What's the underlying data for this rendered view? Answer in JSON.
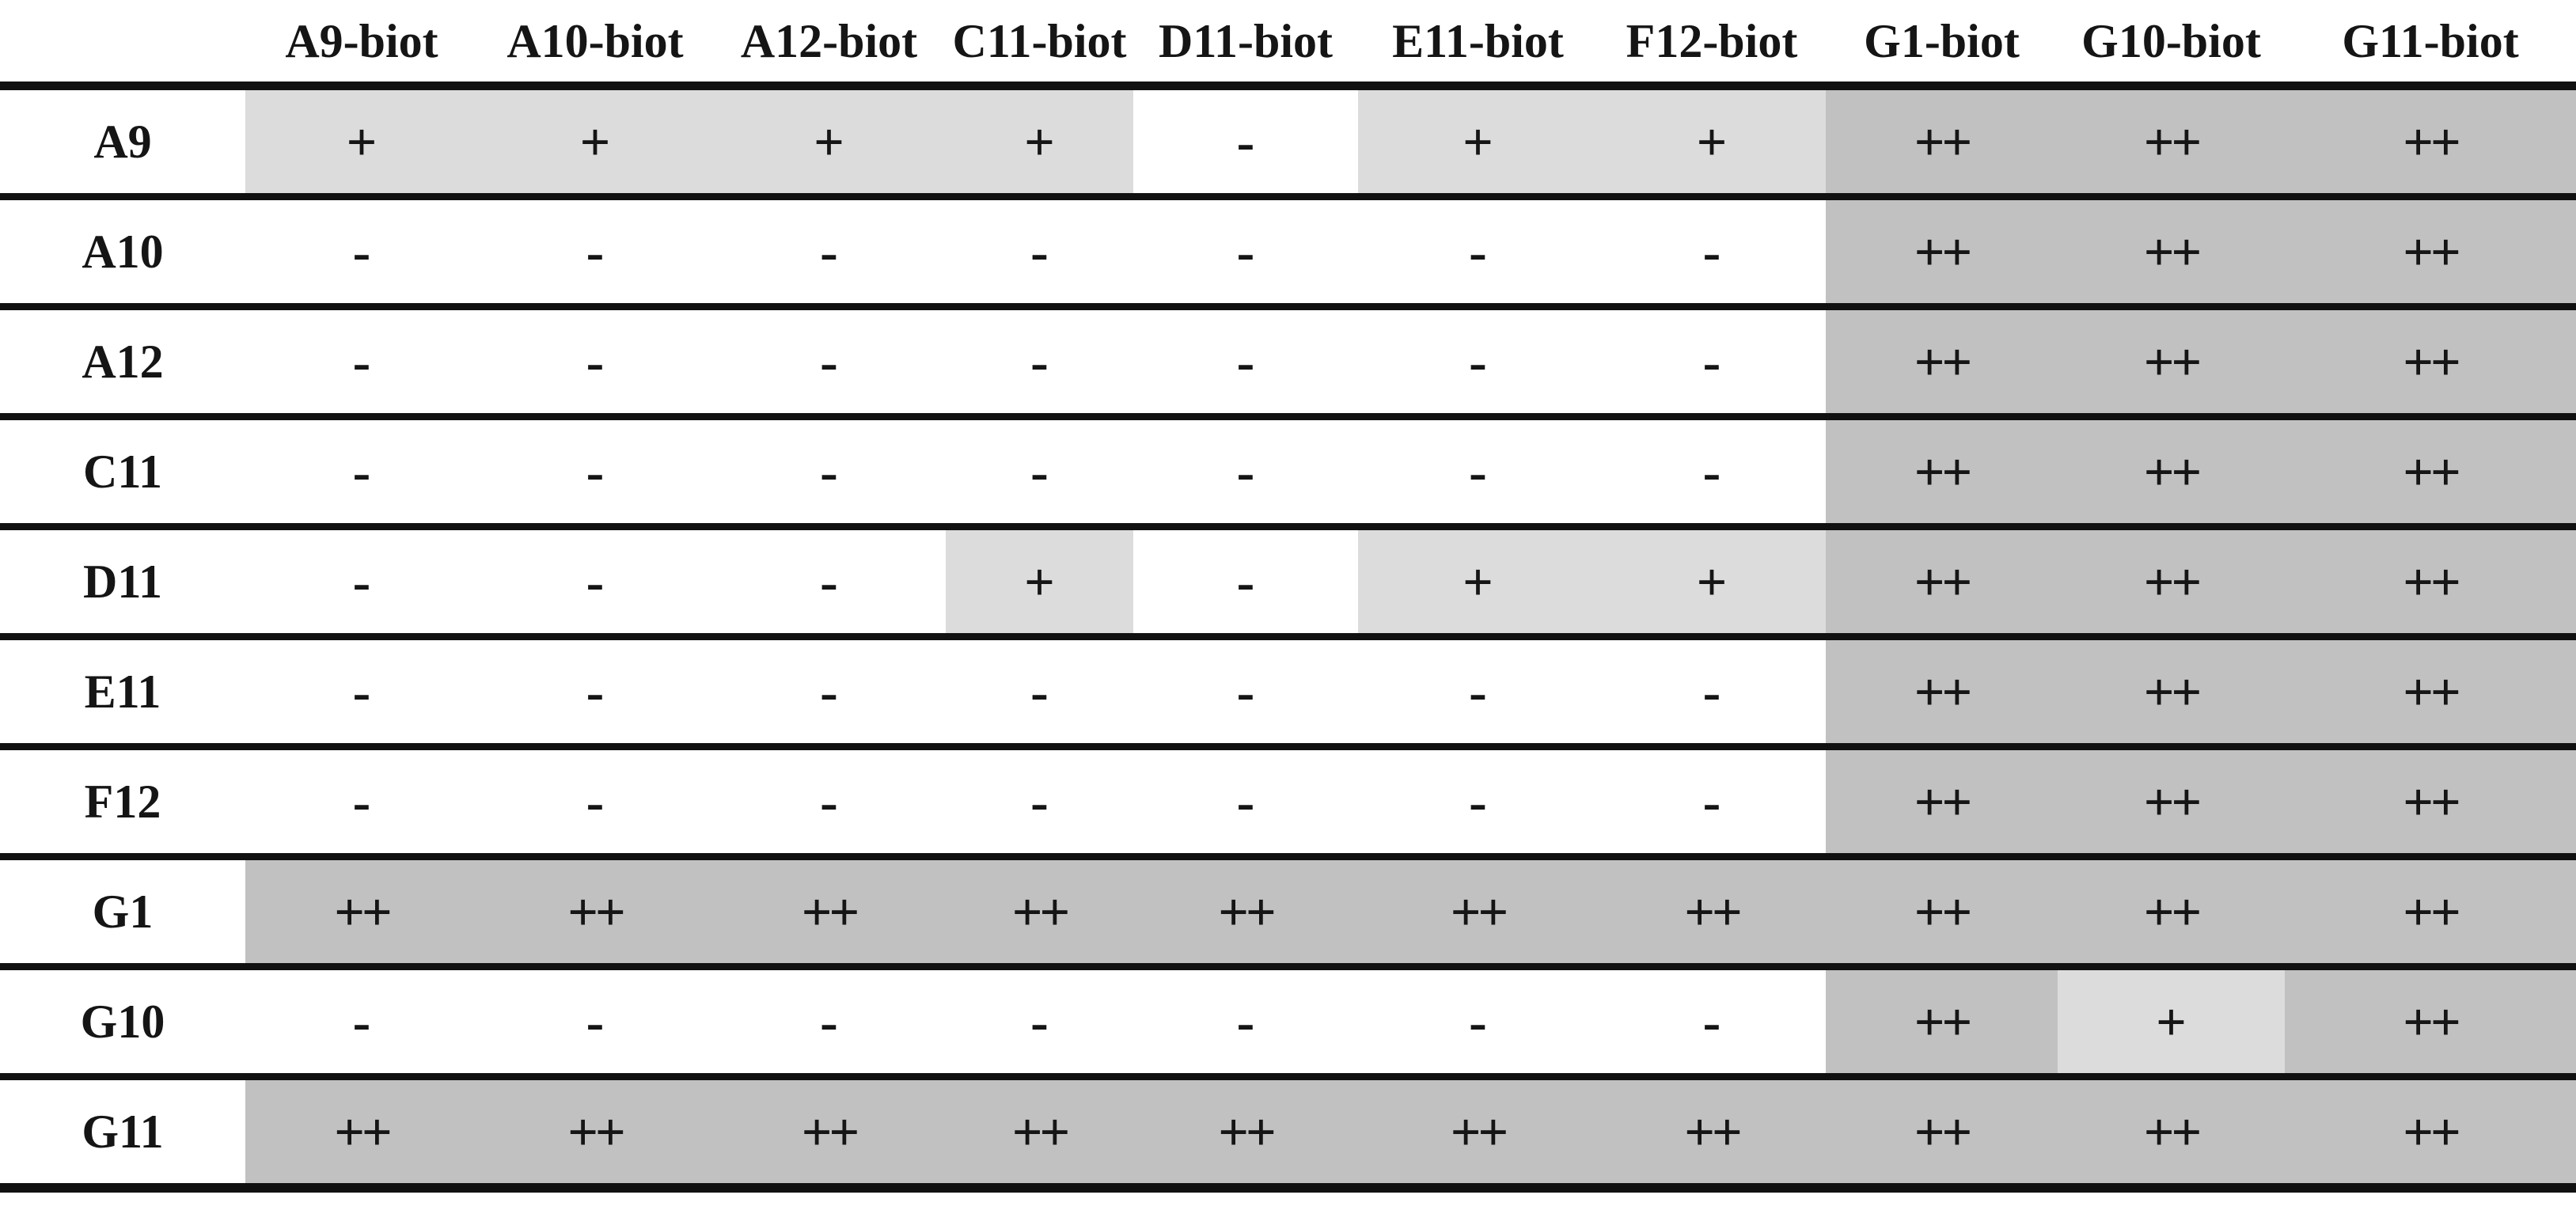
{
  "colors": {
    "shade_light": "#dcdcdc",
    "shade_dark": "#c1c1c1",
    "rule": "#111111",
    "text": "#151515",
    "background": "#ffffff"
  },
  "legend": {
    "plus": "+",
    "double_plus": "++",
    "minus": "-"
  },
  "table": {
    "corner_label": "",
    "columns": [
      "A9-biot",
      "A10-biot",
      "A12-biot",
      "C11-biot",
      "D11-biot",
      "E11-biot",
      "F12-biot",
      "G1-biot",
      "G10-biot",
      "G11-biot"
    ],
    "rows": [
      {
        "label": "A9",
        "cells": [
          {
            "v": "+",
            "s": "light"
          },
          {
            "v": "+",
            "s": "light"
          },
          {
            "v": "+",
            "s": "light"
          },
          {
            "v": "+",
            "s": "light"
          },
          {
            "v": "-",
            "s": "none"
          },
          {
            "v": "+",
            "s": "light"
          },
          {
            "v": "+",
            "s": "light"
          },
          {
            "v": "++",
            "s": "dark"
          },
          {
            "v": "++",
            "s": "dark"
          },
          {
            "v": "++",
            "s": "dark"
          }
        ]
      },
      {
        "label": "A10",
        "cells": [
          {
            "v": "-",
            "s": "none"
          },
          {
            "v": "-",
            "s": "none"
          },
          {
            "v": "-",
            "s": "none"
          },
          {
            "v": "-",
            "s": "none"
          },
          {
            "v": "-",
            "s": "none"
          },
          {
            "v": "-",
            "s": "none"
          },
          {
            "v": "-",
            "s": "none"
          },
          {
            "v": "++",
            "s": "dark"
          },
          {
            "v": "++",
            "s": "dark"
          },
          {
            "v": "++",
            "s": "dark"
          }
        ]
      },
      {
        "label": "A12",
        "cells": [
          {
            "v": "-",
            "s": "none"
          },
          {
            "v": "-",
            "s": "none"
          },
          {
            "v": "-",
            "s": "none"
          },
          {
            "v": "-",
            "s": "none"
          },
          {
            "v": "-",
            "s": "none"
          },
          {
            "v": "-",
            "s": "none"
          },
          {
            "v": "-",
            "s": "none"
          },
          {
            "v": "++",
            "s": "dark"
          },
          {
            "v": "++",
            "s": "dark"
          },
          {
            "v": "++",
            "s": "dark"
          }
        ]
      },
      {
        "label": "C11",
        "cells": [
          {
            "v": "-",
            "s": "none"
          },
          {
            "v": "-",
            "s": "none"
          },
          {
            "v": "-",
            "s": "none"
          },
          {
            "v": "-",
            "s": "none"
          },
          {
            "v": "-",
            "s": "none"
          },
          {
            "v": "-",
            "s": "none"
          },
          {
            "v": "-",
            "s": "none"
          },
          {
            "v": "++",
            "s": "dark"
          },
          {
            "v": "++",
            "s": "dark"
          },
          {
            "v": "++",
            "s": "dark"
          }
        ]
      },
      {
        "label": "D11",
        "cells": [
          {
            "v": "-",
            "s": "none"
          },
          {
            "v": "-",
            "s": "none"
          },
          {
            "v": "-",
            "s": "none"
          },
          {
            "v": "+",
            "s": "light"
          },
          {
            "v": "-",
            "s": "none"
          },
          {
            "v": "+",
            "s": "light"
          },
          {
            "v": "+",
            "s": "light"
          },
          {
            "v": "++",
            "s": "dark"
          },
          {
            "v": "++",
            "s": "dark"
          },
          {
            "v": "++",
            "s": "dark"
          }
        ]
      },
      {
        "label": "E11",
        "cells": [
          {
            "v": "-",
            "s": "none"
          },
          {
            "v": "-",
            "s": "none"
          },
          {
            "v": "-",
            "s": "none"
          },
          {
            "v": "-",
            "s": "none"
          },
          {
            "v": "-",
            "s": "none"
          },
          {
            "v": "-",
            "s": "none"
          },
          {
            "v": "-",
            "s": "none"
          },
          {
            "v": "++",
            "s": "dark"
          },
          {
            "v": "++",
            "s": "dark"
          },
          {
            "v": "++",
            "s": "dark"
          }
        ]
      },
      {
        "label": "F12",
        "cells": [
          {
            "v": "-",
            "s": "none"
          },
          {
            "v": "-",
            "s": "none"
          },
          {
            "v": "-",
            "s": "none"
          },
          {
            "v": "-",
            "s": "none"
          },
          {
            "v": "-",
            "s": "none"
          },
          {
            "v": "-",
            "s": "none"
          },
          {
            "v": "-",
            "s": "none"
          },
          {
            "v": "++",
            "s": "dark"
          },
          {
            "v": "++",
            "s": "dark"
          },
          {
            "v": "++",
            "s": "dark"
          }
        ]
      },
      {
        "label": "G1",
        "cells": [
          {
            "v": "++",
            "s": "dark"
          },
          {
            "v": "++",
            "s": "dark"
          },
          {
            "v": "++",
            "s": "dark"
          },
          {
            "v": "++",
            "s": "dark"
          },
          {
            "v": "++",
            "s": "dark"
          },
          {
            "v": "++",
            "s": "dark"
          },
          {
            "v": "++",
            "s": "dark"
          },
          {
            "v": "++",
            "s": "dark"
          },
          {
            "v": "++",
            "s": "dark"
          },
          {
            "v": "++",
            "s": "dark"
          }
        ]
      },
      {
        "label": "G10",
        "cells": [
          {
            "v": "-",
            "s": "none"
          },
          {
            "v": "-",
            "s": "none"
          },
          {
            "v": "-",
            "s": "none"
          },
          {
            "v": "-",
            "s": "none"
          },
          {
            "v": "-",
            "s": "none"
          },
          {
            "v": "-",
            "s": "none"
          },
          {
            "v": "-",
            "s": "none"
          },
          {
            "v": "++",
            "s": "dark"
          },
          {
            "v": "+",
            "s": "light"
          },
          {
            "v": "++",
            "s": "dark"
          }
        ]
      },
      {
        "label": "G11",
        "cells": [
          {
            "v": "++",
            "s": "dark"
          },
          {
            "v": "++",
            "s": "dark"
          },
          {
            "v": "++",
            "s": "dark"
          },
          {
            "v": "++",
            "s": "dark"
          },
          {
            "v": "++",
            "s": "dark"
          },
          {
            "v": "++",
            "s": "dark"
          },
          {
            "v": "++",
            "s": "dark"
          },
          {
            "v": "++",
            "s": "dark"
          },
          {
            "v": "++",
            "s": "dark"
          },
          {
            "v": "++",
            "s": "dark"
          }
        ]
      }
    ]
  }
}
